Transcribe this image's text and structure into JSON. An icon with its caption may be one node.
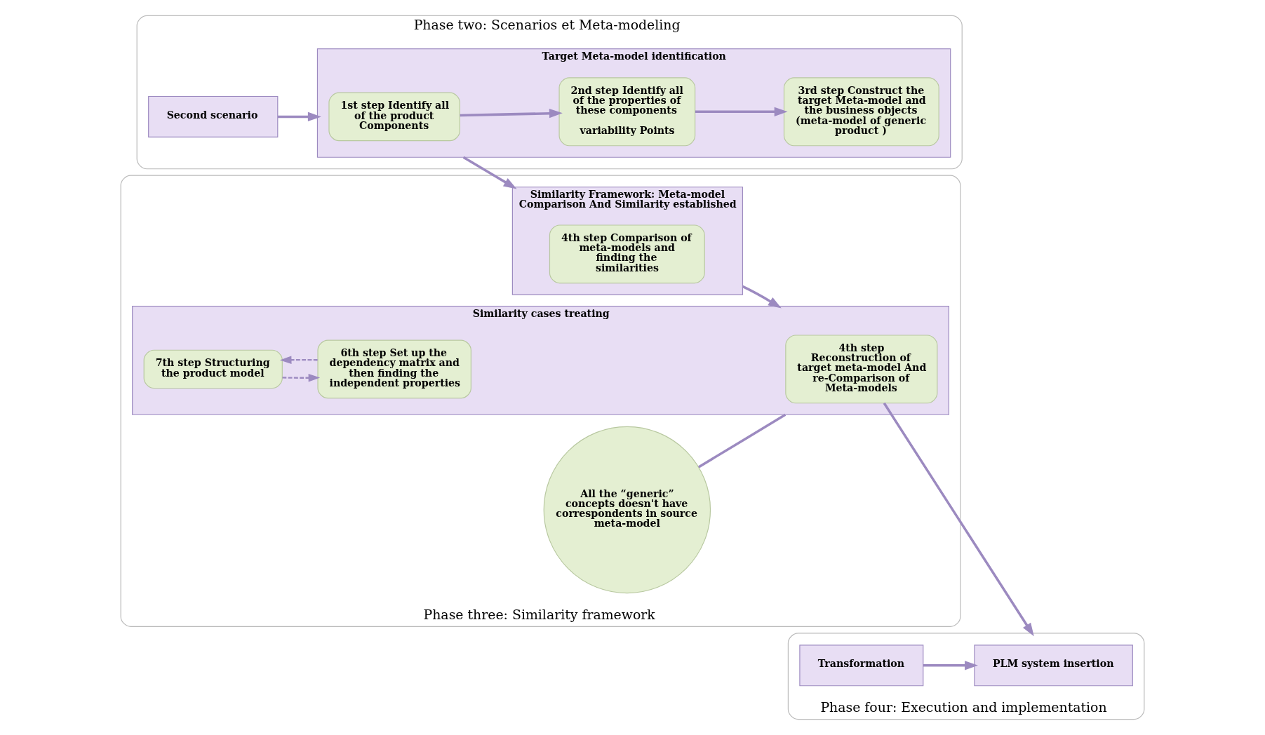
{
  "diagram": {
    "nodes": [
      {
        "text": [
          "Phase two: Scenarios et Meta-modeling"
        ]
      },
      {
        "text": [
          "Second scenario"
        ],
        "in": 0
      },
      {
        "text": [
          "Target Meta-model identification"
        ],
        "in": 0
      },
      {
        "text": [
          "1st step Identify all of the product Components"
        ],
        "in": 2
      },
      {
        "text": [
          "2nd step Identify all of the properties of these components",
          "variability Points"
        ],
        "in": 2
      },
      {
        "text": [
          "3rd step Construct the target Meta-model and the business objects (meta-model of generic product )"
        ],
        "in": 2
      },
      {
        "text": [
          "Phase three: Similarity framework"
        ]
      },
      {
        "text": [
          "Similarity Framework: Meta-model Comparison And Similarity established"
        ],
        "in": 6
      },
      {
        "text": [
          "4th step Comparison of meta-models and finding the similarities"
        ],
        "in": 7
      },
      {
        "text": [
          "All the “generic” concepts doesn't have correspondents in source meta-model"
        ],
        "in": 6
      },
      {
        "text": [
          "Similarity cases treating"
        ],
        "in": 6
      },
      {
        "text": [
          "4th step Reconstruction of target meta-model And re-Comparison of Meta-models"
        ],
        "in": 10
      },
      {
        "text": [
          "7th step Structuring the product model"
        ],
        "in": 10
      },
      {
        "text": [
          "6th step Set up the dependency matrix and then finding the independent properties"
        ],
        "in": 10
      },
      {
        "text": [
          "Phase four: Execution and implementation"
        ]
      },
      {
        "text": [
          "PLM system insertion"
        ],
        "in": 14
      },
      {
        "text": [
          "Transformation"
        ],
        "in": 14
      }
    ],
    "edges": [
      {
        "from": 1,
        "to": 2,
        "arrow": "to"
      },
      {
        "from": 3,
        "to": 4,
        "arrow": "to"
      },
      {
        "from": 4,
        "to": 5,
        "arrow": "to"
      },
      {
        "from": 2,
        "to": 7,
        "arrow": "to"
      },
      {
        "from": 7,
        "to": 10,
        "arrow": "to"
      },
      {
        "from": 9,
        "to": 10,
        "arrow": "none"
      },
      {
        "from": 12,
        "to": 13,
        "arrow": "to",
        "style": "dashed"
      },
      {
        "from": 13,
        "to": 12,
        "arrow": "to",
        "style": "dashed"
      },
      {
        "from": 11,
        "to": 14,
        "arrow": "to"
      },
      {
        "from": 16,
        "to": 15,
        "arrow": "to"
      }
    ]
  }
}
